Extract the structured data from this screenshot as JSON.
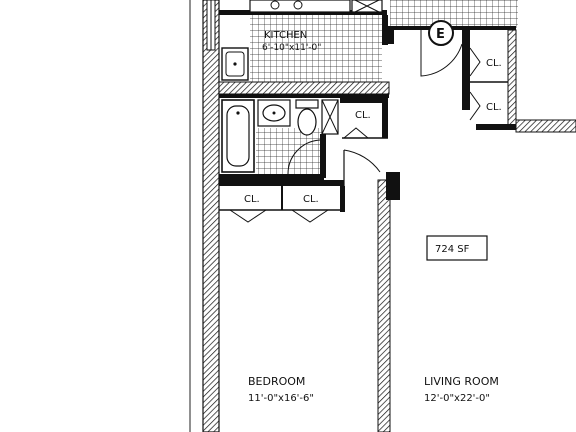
{
  "rooms": {
    "kitchen": {
      "name": "KITCHEN",
      "dims": "6'-10\"x11'-0\""
    },
    "bedroom": {
      "name": "BEDROOM",
      "dims": "11'-0\"x16'-6\""
    },
    "living_room": {
      "name": "LIVING ROOM",
      "dims": "12'-0\"x22'-0\""
    }
  },
  "closets": {
    "label": "CL."
  },
  "area": {
    "label": "724 SF"
  },
  "entry": {
    "marker": "E"
  }
}
